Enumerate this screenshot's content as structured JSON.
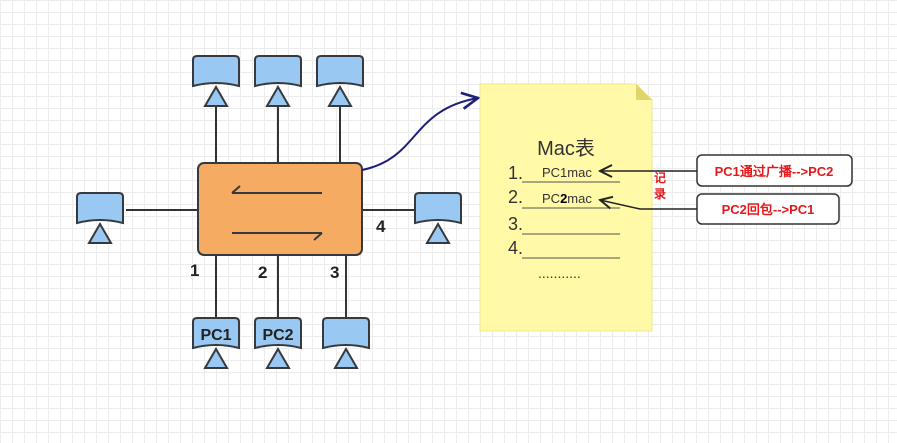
{
  "switch": {
    "ports": [
      "1",
      "2",
      "3",
      "4"
    ]
  },
  "hosts": {
    "pc1_label": "PC1",
    "pc2_label": "PC2"
  },
  "note": {
    "title": "Mac表",
    "rows": [
      {
        "num": "1.",
        "entry": "PC1mac"
      },
      {
        "num": "2.",
        "entry_prefix": "PC",
        "entry_bold": "2",
        "entry_suffix": "mac"
      },
      {
        "num": "3.",
        "entry": ""
      },
      {
        "num": "4.",
        "entry": ""
      }
    ],
    "ellipsis": "..........."
  },
  "annotations": {
    "record_chars": [
      "记",
      "录"
    ],
    "callout1": "PC1通过广播-->PC2",
    "callout2": "PC2回包-->PC1"
  },
  "colors": {
    "host_fill": "#99c9f2",
    "host_stroke": "#36393d",
    "switch_fill": "#f6ab62",
    "switch_stroke": "#36393d",
    "note_fill": "#fff9a8",
    "note_fold": "#e0d56c",
    "curve": "#1d1f7a",
    "callout_text": "#e3191c",
    "callout_border": "#333333"
  }
}
